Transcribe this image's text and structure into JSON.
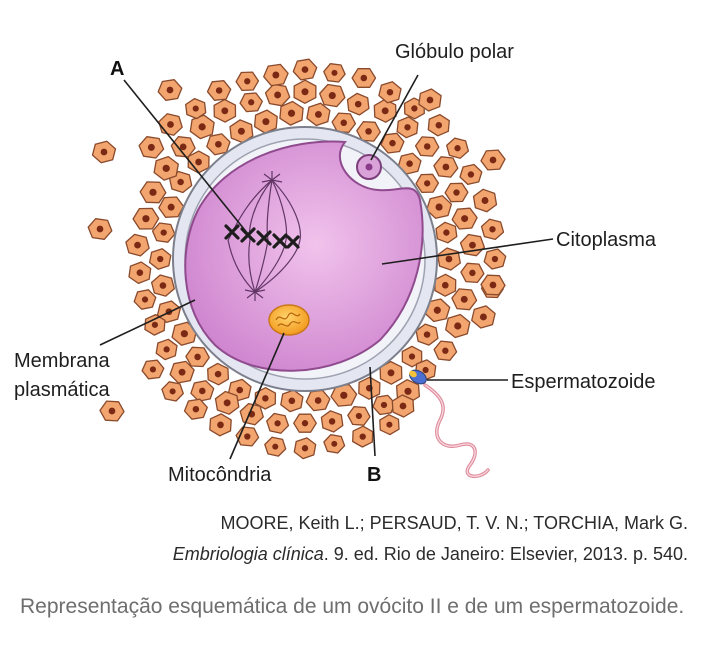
{
  "labels": {
    "a": "A",
    "b": "B",
    "globulo_polar": "Glóbulo polar",
    "citoplasma": "Citoplasma",
    "espermatozoide": "Espermatozoide",
    "membrana_line1": "Membrana",
    "membrana_line2": "plasmática",
    "mitocondria": "Mitocôndria"
  },
  "citation": {
    "authors": "MOORE, Keith L.; PERSAUD, T. V. N.; TORCHIA, Mark G.",
    "book_title": "Embriologia clínica",
    "publication": ". 9. ed. Rio de Janeiro: Elsevier, 2013. p. 540."
  },
  "caption": "Representação esquemática de um ovócito II e de um espermatozoide.",
  "colors": {
    "follicle_cell": "#f2a56e",
    "follicle_outline": "#8a4a2c",
    "nucleus": "#7a2a14",
    "zona": "#e2e6f2",
    "cytoplasm": "#d99ad6",
    "mitochondrion": "#f2a531",
    "sperm_tail": "#e7a7b2"
  }
}
